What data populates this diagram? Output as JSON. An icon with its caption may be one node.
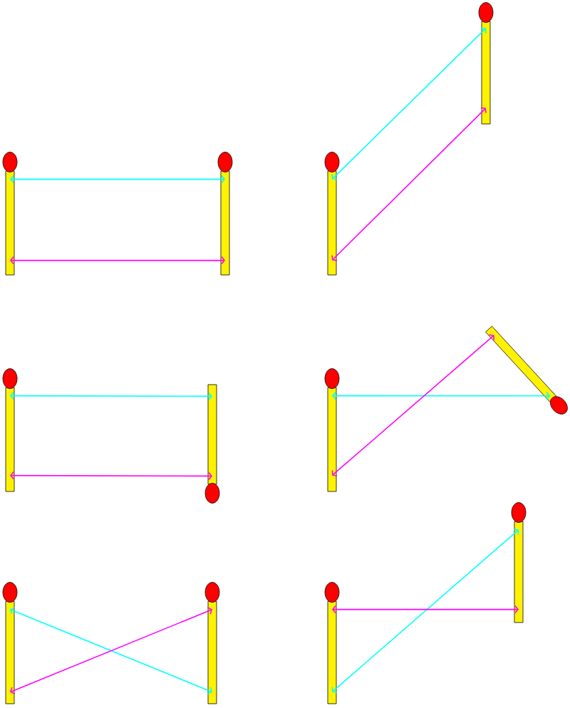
{
  "diagram": {
    "nodes": [
      {
        "text": [],
        "shape": "bar"
      },
      {
        "text": [],
        "shape": "bar"
      },
      {
        "text": [],
        "shape": "bar"
      },
      {
        "text": [],
        "shape": "bar"
      },
      {
        "text": [],
        "shape": "bar"
      },
      {
        "text": [],
        "shape": "bar"
      },
      {
        "text": [],
        "shape": "bar"
      },
      {
        "text": [],
        "shape": "bar"
      },
      {
        "text": [],
        "shape": "bar"
      },
      {
        "text": [],
        "shape": "bar"
      },
      {
        "text": [],
        "shape": "bar"
      },
      {
        "text": [],
        "shape": "bar"
      }
    ],
    "edges": [
      {
        "from": 0,
        "to": 1,
        "arrow": "both",
        "color": "#00ffff"
      },
      {
        "from": 0,
        "to": 1,
        "arrow": "both",
        "color": "#ff00ff"
      },
      {
        "from": 2,
        "to": 3,
        "arrow": "both",
        "color": "#00ffff"
      },
      {
        "from": 2,
        "to": 3,
        "arrow": "both",
        "color": "#ff00ff"
      },
      {
        "from": 4,
        "to": 5,
        "arrow": "both",
        "color": "#00ffff"
      },
      {
        "from": 4,
        "to": 5,
        "arrow": "both",
        "color": "#ff00ff"
      },
      {
        "from": 6,
        "to": 7,
        "arrow": "both",
        "color": "#00ffff"
      },
      {
        "from": 6,
        "to": 7,
        "arrow": "both",
        "color": "#ff00ff"
      },
      {
        "from": 8,
        "to": 9,
        "arrow": "both",
        "color": "#00ffff"
      },
      {
        "from": 8,
        "to": 9,
        "arrow": "both",
        "color": "#ff00ff"
      },
      {
        "from": 10,
        "to": 11,
        "arrow": "both",
        "color": "#00ffff"
      },
      {
        "from": 10,
        "to": 11,
        "arrow": "both",
        "color": "#ff00ff"
      }
    ]
  }
}
